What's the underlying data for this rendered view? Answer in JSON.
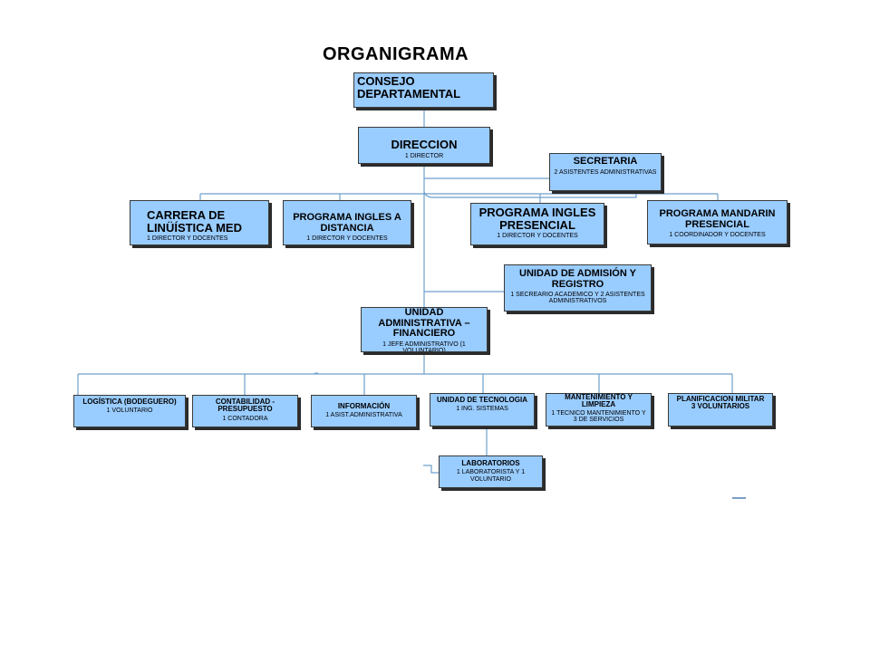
{
  "title": "ORGANIGRAMA",
  "nodes": {
    "consejo": {
      "title": "CONSEJO DEPARTAMENTAL",
      "sub": ""
    },
    "direccion": {
      "title": "DIRECCION",
      "sub": "1 DIRECTOR"
    },
    "secretaria": {
      "title": "SECRETARIA",
      "sub": "2 ASISTENTES ADMINISTRATIVAS"
    },
    "carrera": {
      "title": "CARRERA DE LINÜÍSTICA MED",
      "sub": "1 DIRECTOR Y DOCENTES"
    },
    "ingles_distancia": {
      "title": "PROGRAMA INGLES A DISTANCIA",
      "sub": "1 DIRECTOR Y DOCENTES"
    },
    "ingles_presencial": {
      "title": "PROGRAMA INGLES PRESENCIAL",
      "sub": "1 DIRECTOR Y DOCENTES"
    },
    "mandarin": {
      "title": "PROGRAMA MANDARIN PRESENCIAL",
      "sub": "1 COORDINADOR Y DOCENTES"
    },
    "admision": {
      "title": "UNIDAD DE ADMISIÓN Y REGISTRO",
      "sub": "1 SECREARIO ACADEMICO Y 2 ASISTENTES ADMINISTRATIVOS"
    },
    "administrativa": {
      "title": "UNIDAD ADMINISTRATIVA – FINANCIERO",
      "sub": "1 JEFE ADMINISTRATIVO (1 VOLUNTARIO)"
    },
    "logistica": {
      "title": "LOGÍSTICA (BODEGUERO)",
      "sub": "1 VOLUNTARIO"
    },
    "contabilidad": {
      "title": "CONTABILIDAD - PRESUPUESTO",
      "sub": "1 CONTADORA"
    },
    "informacion": {
      "title": "INFORMACIÓN",
      "sub": "1 ASIST.ADMINISTRATIVA"
    },
    "tecnologia": {
      "title": "UNIDAD DE TECNOLOGIA",
      "sub": "1 ING. SISTEMAS"
    },
    "mantenimiento": {
      "title": "MANTENIMIENTO Y LIMPIEZA",
      "sub": "1 TECNICO MANTENIMIENTO Y 3 DE SERVICIOS"
    },
    "planificacion": {
      "title": "PLANIFICACION MILITAR",
      "sub": "3 VOLUNTARIOS"
    },
    "laboratorios": {
      "title": "LABORATORIOS",
      "sub": "1 LABORATORISTA Y 1 VOLUNTARIO"
    }
  },
  "colors": {
    "box_fill": "#99ccff",
    "line": "#6f9fcc",
    "shadow": "#2b2b2b"
  }
}
